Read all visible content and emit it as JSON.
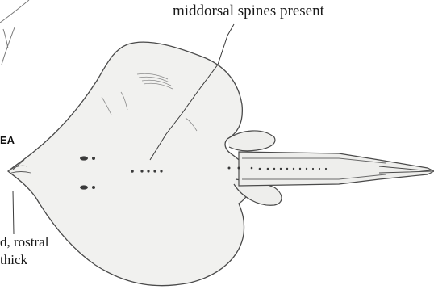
{
  "labels": {
    "middorsal": "middorsal spines present",
    "rostral_line1": "d, rostral",
    "rostral_line2": "thick",
    "partial_tag": "EA"
  },
  "colors": {
    "ink": "#4a4a4a",
    "body_fill": "#f1f1ef"
  }
}
